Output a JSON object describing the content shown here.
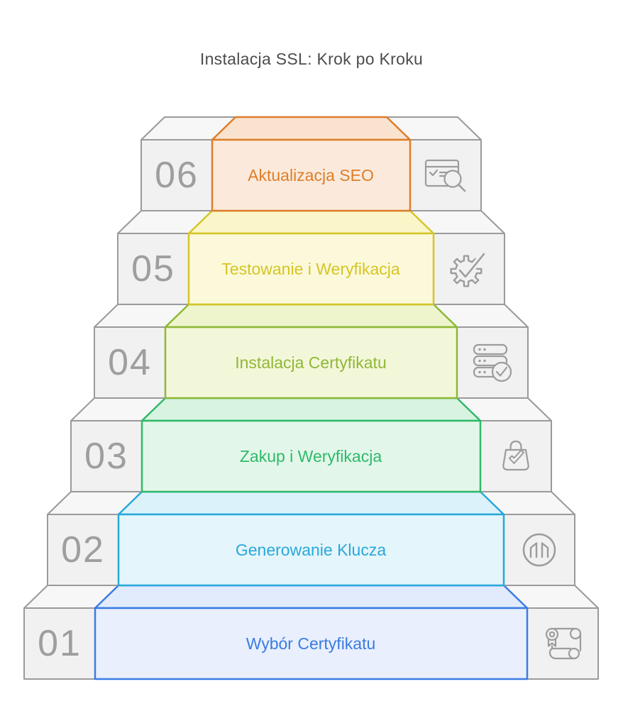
{
  "title": "Instalacja SSL: Krok po Kroku",
  "colors": {
    "title": "#4c4c4c",
    "gray_border": "#9a9a9a",
    "gray_front": "#f1f1f1",
    "gray_top": "#f7f7f7",
    "number": "#9e9e9e",
    "icon": "#9c9c9c"
  },
  "steps": [
    {
      "number": "01",
      "label": "Wybór Certyfikatu",
      "icon": "certificate-scroll-icon",
      "color": "#3b7ce1",
      "fill_front": "#e9effc",
      "fill_top": "#e2ebfb"
    },
    {
      "number": "02",
      "label": "Generowanie Klucza",
      "icon": "circle-m-key-icon",
      "color": "#29a8db",
      "fill_front": "#e4f5fb",
      "fill_top": "#dcf2fa"
    },
    {
      "number": "03",
      "label": "Zakup i Weryfikacja",
      "icon": "bag-check-icon",
      "color": "#2fb96a",
      "fill_front": "#e2f7ea",
      "fill_top": "#d8f4e1"
    },
    {
      "number": "04",
      "label": "Instalacja Certyfikatu",
      "icon": "server-check-icon",
      "color": "#8eb837",
      "fill_front": "#f3f7da",
      "fill_top": "#eef5cd"
    },
    {
      "number": "05",
      "label": "Testowanie i Weryfikacja",
      "icon": "gear-check-icon",
      "color": "#d5c526",
      "fill_front": "#fcf9da",
      "fill_top": "#faf6c9"
    },
    {
      "number": "06",
      "label": "Aktualizacja SEO",
      "icon": "browser-seo-audit-icon",
      "color": "#dd7e2b",
      "fill_front": "#fbeadb",
      "fill_top": "#f9e3cf"
    }
  ]
}
